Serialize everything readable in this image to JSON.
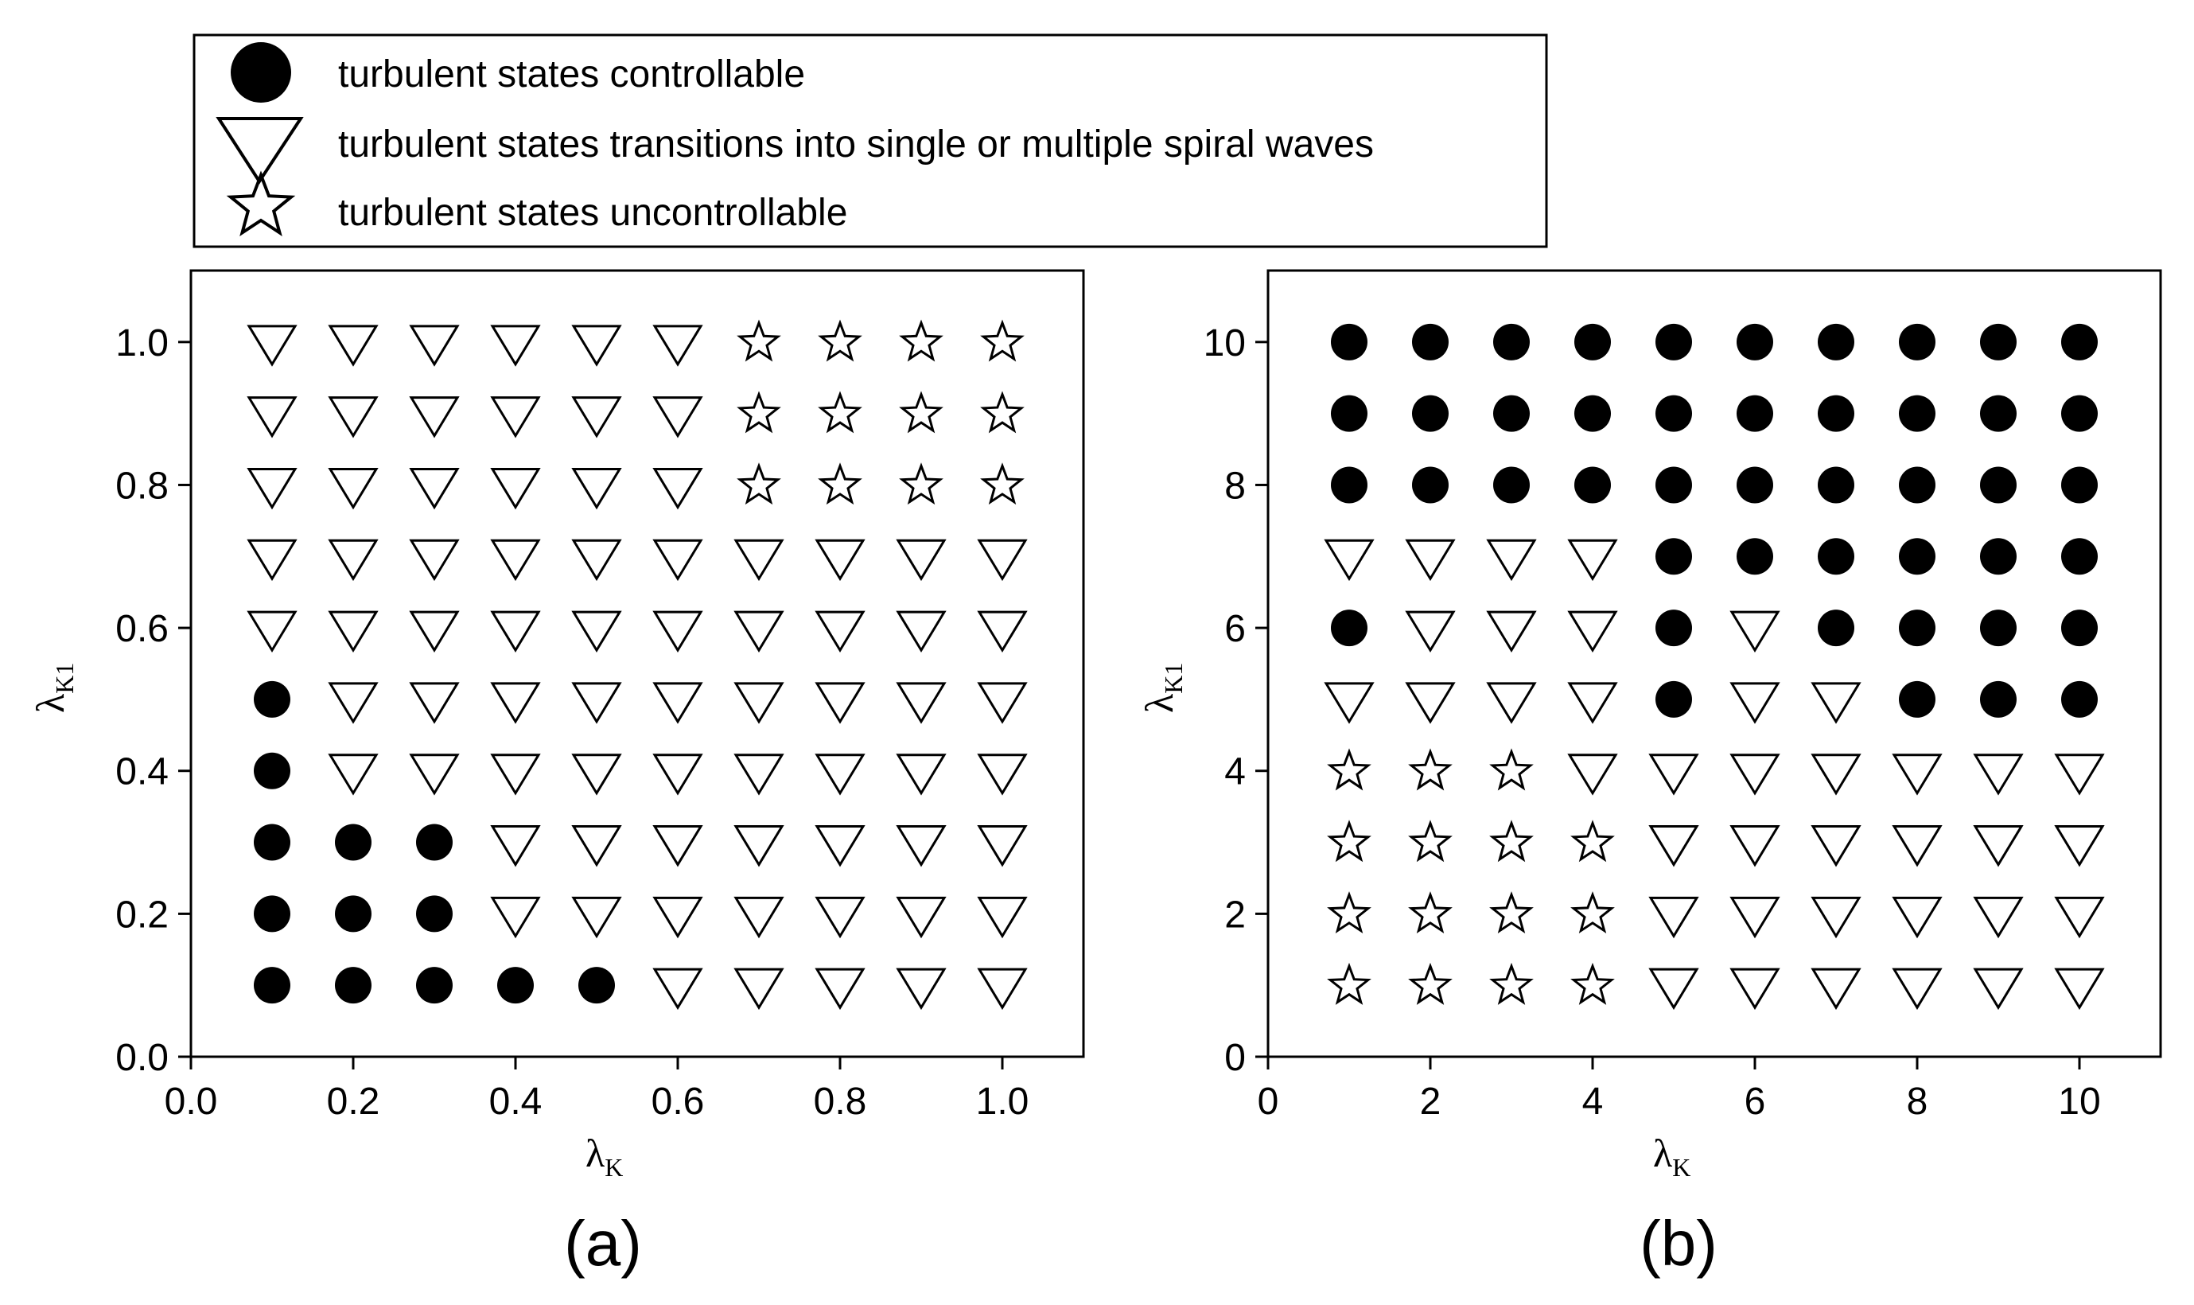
{
  "legend": {
    "items": [
      {
        "marker": "filled-circle",
        "label": "turbulent states controllable"
      },
      {
        "marker": "open-down-triangle",
        "label": "turbulent states transitions into single or multiple spiral waves"
      },
      {
        "marker": "open-star",
        "label": "turbulent states uncontrollable"
      }
    ]
  },
  "colors": {
    "ink": "#000000",
    "background": "#ffffff"
  },
  "chart_data": [
    {
      "type": "scatter",
      "panel_label": "(a)",
      "xlabel": {
        "symbol": "λ",
        "sub": "K"
      },
      "ylabel": {
        "symbol": "λ",
        "sub": "K1"
      },
      "xlim": [
        0.0,
        1.1
      ],
      "ylim": [
        0.0,
        1.1
      ],
      "xticks": [
        0.0,
        0.2,
        0.4,
        0.6,
        0.8,
        1.0
      ],
      "yticks": [
        0.0,
        0.2,
        0.4,
        0.6,
        0.8,
        1.0
      ],
      "tick_labels_x": [
        "0.0",
        "0.2",
        "0.4",
        "0.6",
        "0.8",
        "1.0"
      ],
      "tick_labels_y": [
        "0.0",
        "0.2",
        "0.4",
        "0.6",
        "0.8",
        "1.0"
      ],
      "x": [
        0.1,
        0.2,
        0.3,
        0.4,
        0.5,
        0.6,
        0.7,
        0.8,
        0.9,
        1.0
      ],
      "y": [
        0.1,
        0.2,
        0.3,
        0.4,
        0.5,
        0.6,
        0.7,
        0.8,
        0.9,
        1.0
      ],
      "grid": false,
      "legend_position": "top",
      "states_legend": "C = controllable (filled circle), T = transitions into spiral waves (open triangle), U = uncontrollable (open star)",
      "states_rows_top_to_bottom": [
        "TTTTTTUUUU",
        "TTTTTTUUUU",
        "TTTTTTUUUU",
        "TTTTTTTTTT",
        "TTTTTTTTTT",
        "CTTTTTTTTT",
        "CTTTTTTTTT",
        "CCCTTTTTTT",
        "CCCTTTTTTT",
        "CCCCCTTTTT"
      ]
    },
    {
      "type": "scatter",
      "panel_label": "(b)",
      "xlabel": {
        "symbol": "λ",
        "sub": "K"
      },
      "ylabel": {
        "symbol": "λ",
        "sub": "K1"
      },
      "xlim": [
        0,
        11
      ],
      "ylim": [
        0,
        11
      ],
      "xticks": [
        0,
        2,
        4,
        6,
        8,
        10
      ],
      "yticks": [
        0,
        2,
        4,
        6,
        8,
        10
      ],
      "tick_labels_x": [
        "0",
        "2",
        "4",
        "6",
        "8",
        "10"
      ],
      "tick_labels_y": [
        "0",
        "2",
        "4",
        "6",
        "8",
        "10"
      ],
      "x": [
        1,
        2,
        3,
        4,
        5,
        6,
        7,
        8,
        9,
        10
      ],
      "y": [
        1,
        2,
        3,
        4,
        5,
        6,
        7,
        8,
        9,
        10
      ],
      "grid": false,
      "states_legend": "C = controllable (filled circle), T = transitions into spiral waves (open triangle), U = uncontrollable (open star)",
      "states_rows_top_to_bottom": [
        "CCCCCCCCCC",
        "CCCCCCCCCC",
        "CCCCCCCCCC",
        "TTTTCCCCCC",
        "CTTTCTCCCC",
        "TTTTCTTCCC",
        "UUUTTTTTTT",
        "UUUUTTTTTT",
        "UUUUTTTTTT",
        "UUUUTTTTTT"
      ]
    }
  ]
}
